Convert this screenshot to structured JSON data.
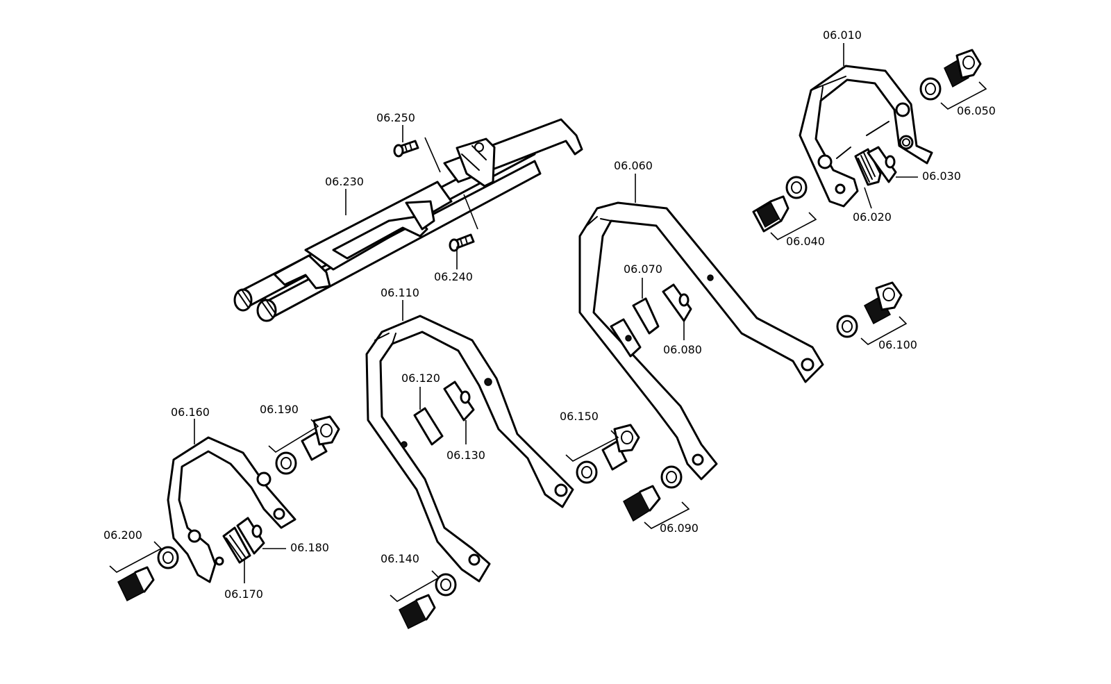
{
  "labels": {
    "p06010": "06.010",
    "p06020": "06.020",
    "p06030": "06.030",
    "p06040": "06.040",
    "p06050": "06.050",
    "p06060": "06.060",
    "p06070": "06.070",
    "p06080": "06.080",
    "p06090": "06.090",
    "p06100": "06.100",
    "p06110": "06.110",
    "p06120": "06.120",
    "p06130": "06.130",
    "p06140": "06.140",
    "p06150": "06.150",
    "p06160": "06.160",
    "p06170": "06.170",
    "p06180": "06.180",
    "p06190": "06.190",
    "p06200": "06.200",
    "p06230": "06.230",
    "p06240": "06.240",
    "p06250": "06.250"
  }
}
